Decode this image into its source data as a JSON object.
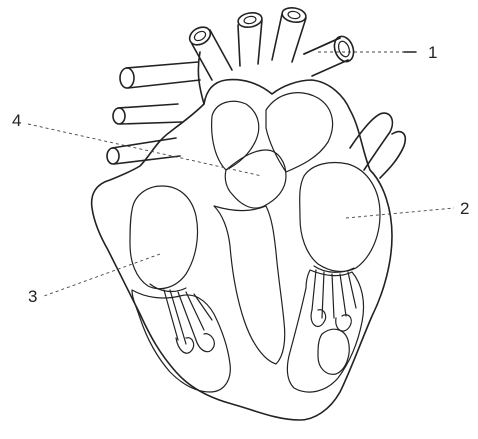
{
  "labels": {
    "l1": "1",
    "l2": "2",
    "l3": "3",
    "l4": "4"
  },
  "colors": {
    "ink": "#222222",
    "background": "#ffffff"
  }
}
